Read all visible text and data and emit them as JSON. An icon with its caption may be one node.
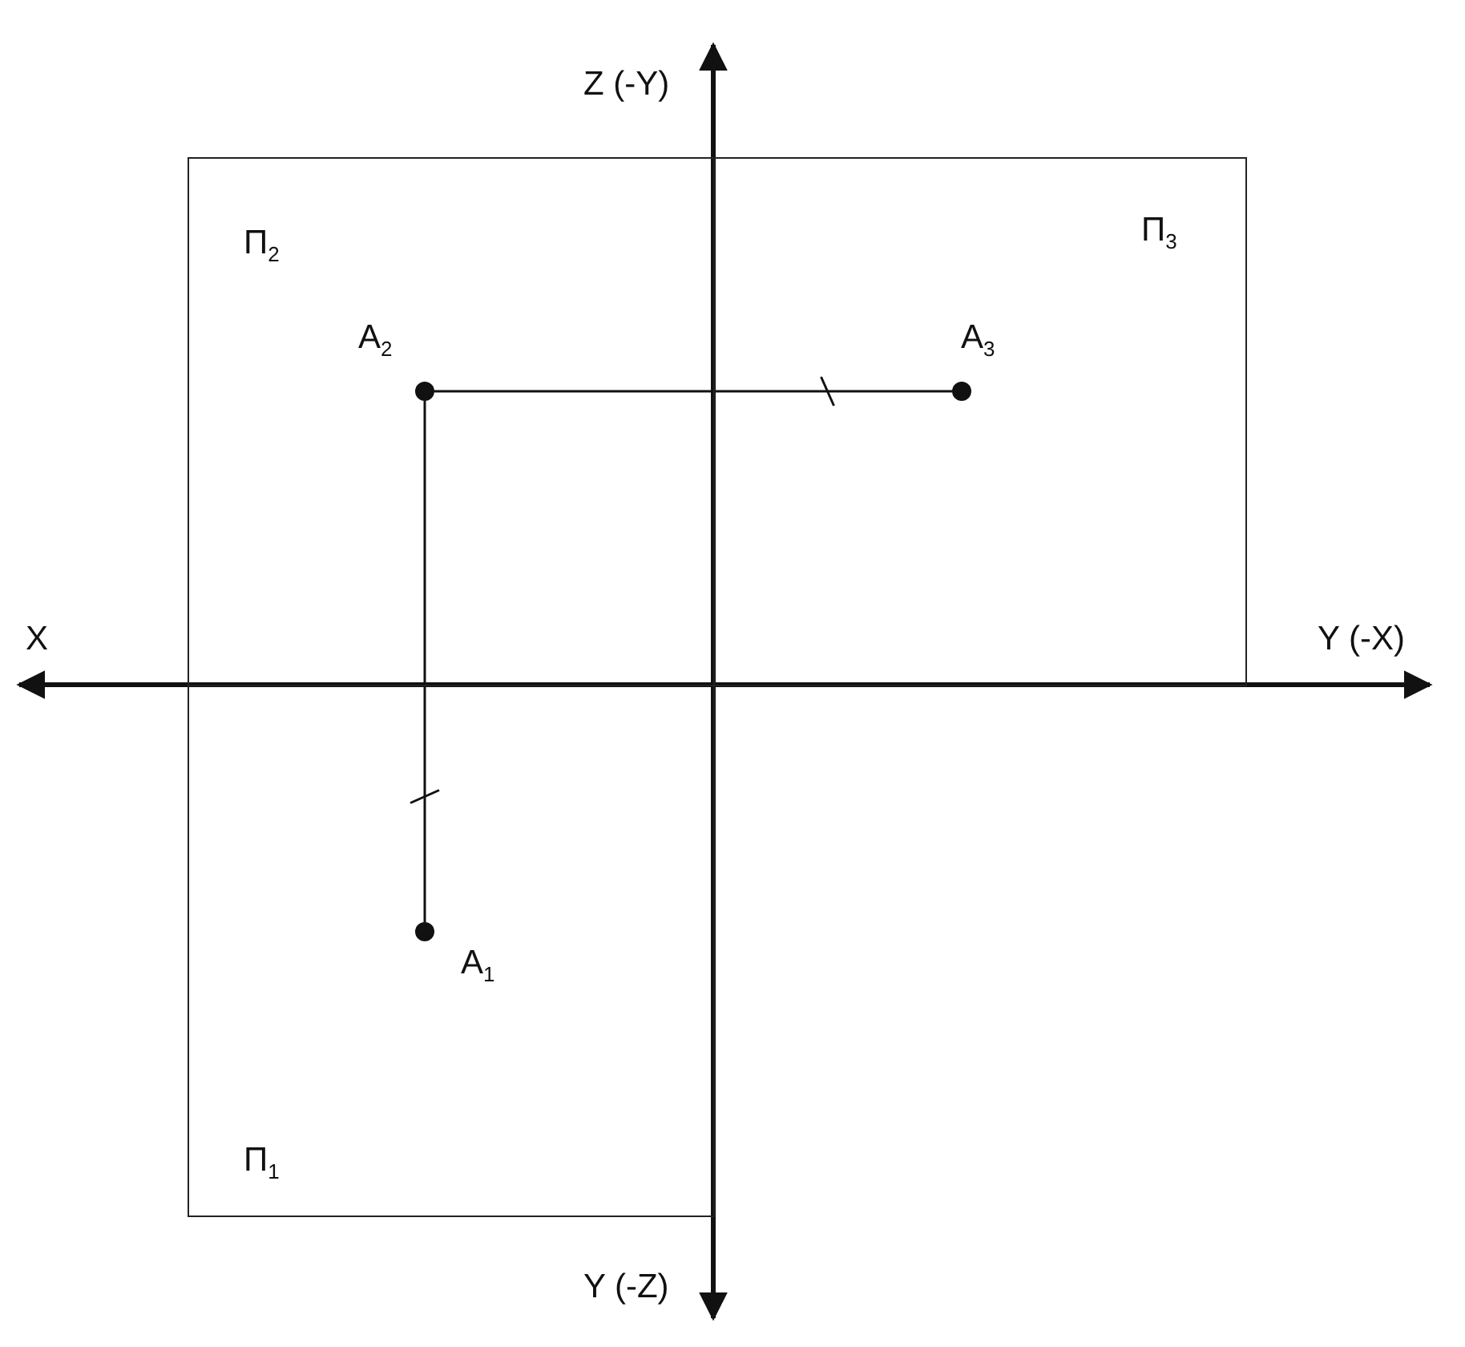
{
  "diagram": {
    "nodes": [
      {
        "text": [
          "П$_{2}$"
        ]
      },
      {
        "text": [
          "П$_{3}$"
        ]
      },
      {
        "text": [
          "П$_{1}$"
        ]
      },
      {
        "text": [
          "A$_{2}$"
        ],
        "in": 0
      },
      {
        "text": [
          "A$_{3}$"
        ],
        "in": 1
      },
      {
        "text": [
          "A$_{1}$"
        ],
        "in": 2
      }
    ],
    "edges": [
      {
        "from": 3,
        "to": 4,
        "arrow": "none"
      },
      {
        "from": 3,
        "to": 5,
        "arrow": "none"
      }
    ],
    "labels": [
      "Z (-Y)",
      "X",
      "Y (-X)",
      "Y (-Z)"
    ]
  }
}
